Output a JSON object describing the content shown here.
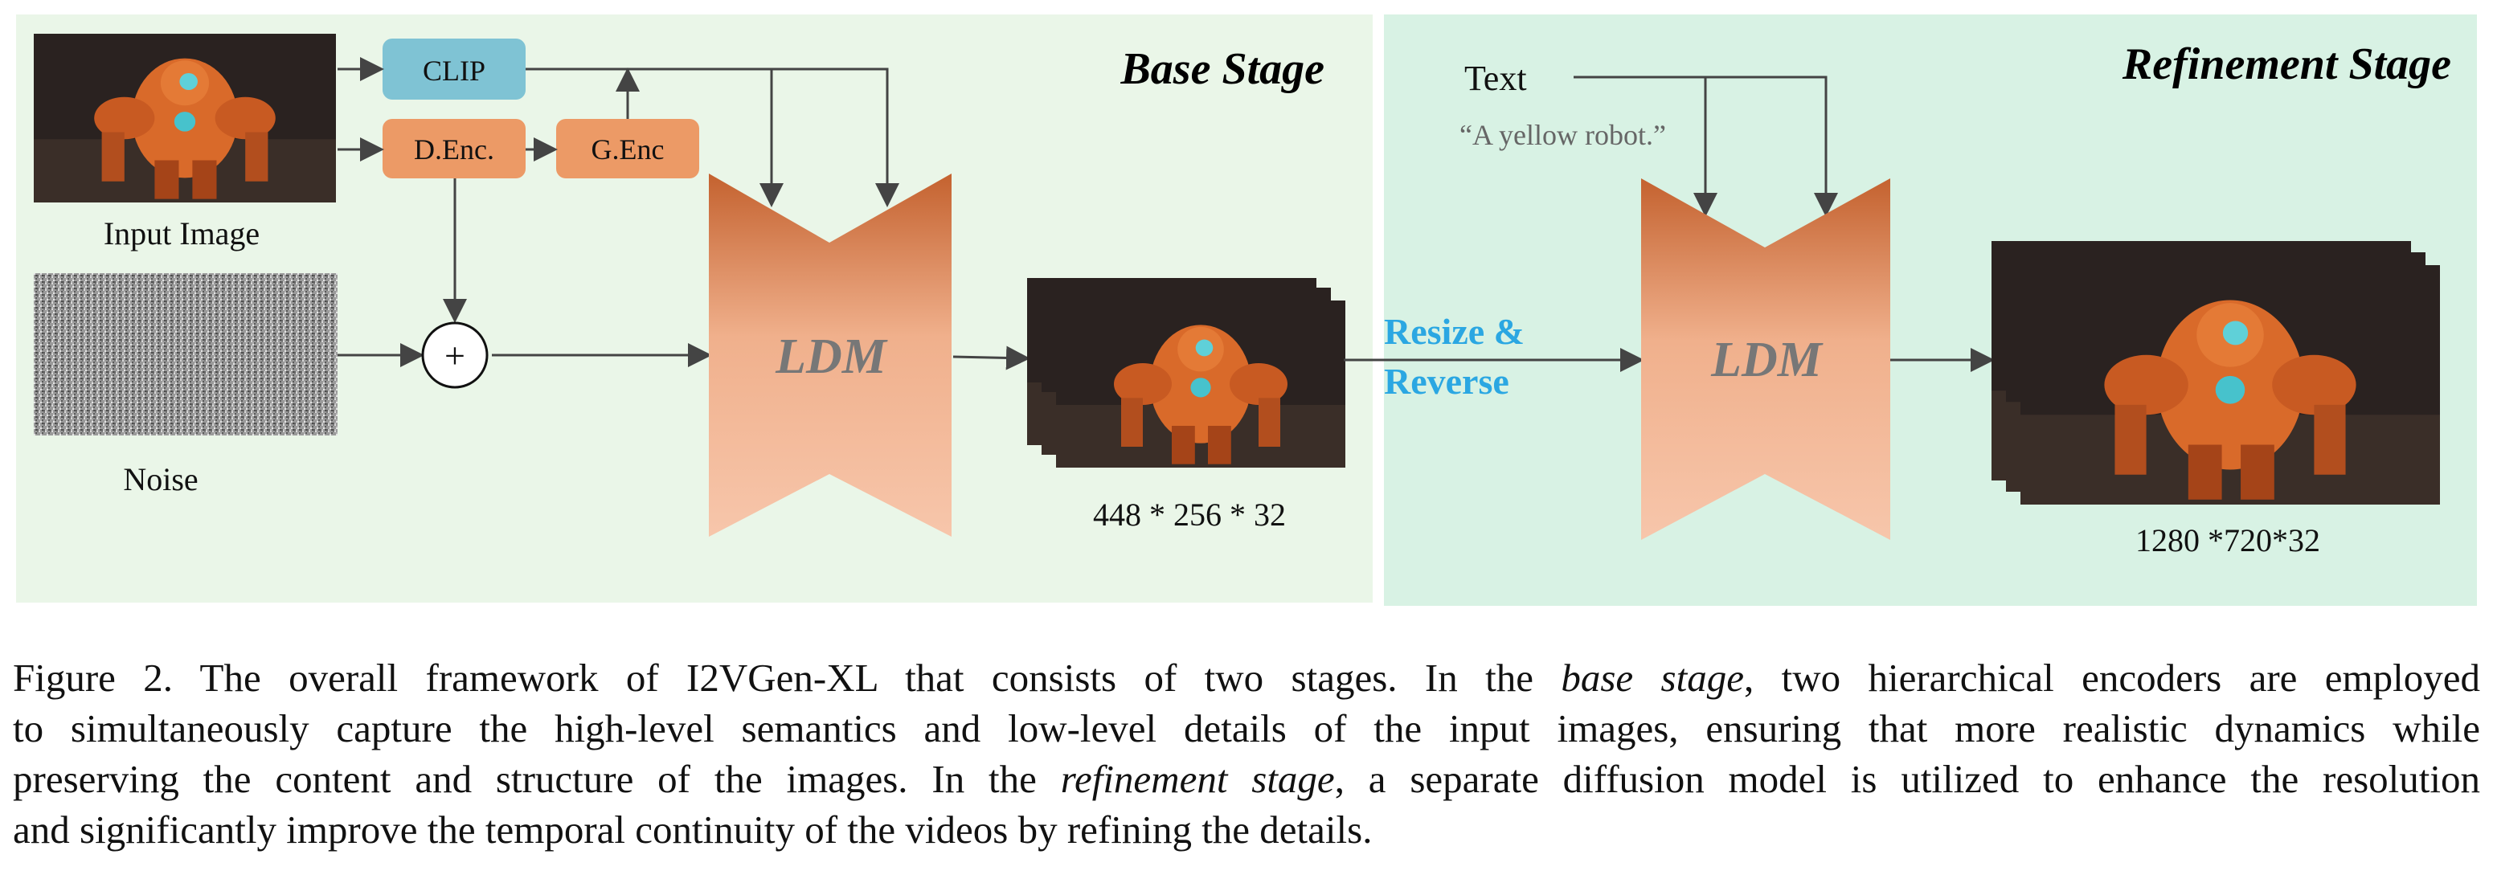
{
  "figure": {
    "base_stage": {
      "title": "Base Stage",
      "clip_label": "CLIP",
      "denc_label": "D.Enc.",
      "genc_label": "G.Enc",
      "input_image_label": "Input Image",
      "noise_label": "Noise",
      "plus_symbol": "+",
      "ldm_label": "LDM",
      "output_label": "448 * 256 * 32"
    },
    "transition_label_line1": "Resize &",
    "transition_label_line2": "Reverse",
    "refinement_stage": {
      "title": "Refinement Stage",
      "text_label": "Text",
      "prompt": "“A yellow robot.”",
      "ldm_label": "LDM",
      "output_label": "1280 *720*32"
    },
    "colors": {
      "base_bg": "#eaf6e8",
      "refine_bg": "#d8f2e4",
      "clip_box": "#7fc3d4",
      "enc_box": "#ec9a66",
      "ldm_top": "#c8693a",
      "ldm_bottom": "#f5c3a8",
      "transition_text": "#2ba7e2"
    }
  },
  "caption": {
    "line1_a": "Figure 2.  The overall framework of I2VGen-XL that consists of two stages.  In the ",
    "line1_em": "base stage",
    "line1_b": ", two hierarchical encoders are employed",
    "line2": "to simultaneously capture the high-level semantics and low-level details of the input images, ensuring that more realistic dynamics while",
    "line3_a": "preserving the content and structure of the images. In the ",
    "line3_em": "refinement stage",
    "line3_b": ", a separate diffusion model is utilized to enhance the resolution",
    "line4": "and significantly improve the temporal continuity of the videos by refining the details."
  }
}
